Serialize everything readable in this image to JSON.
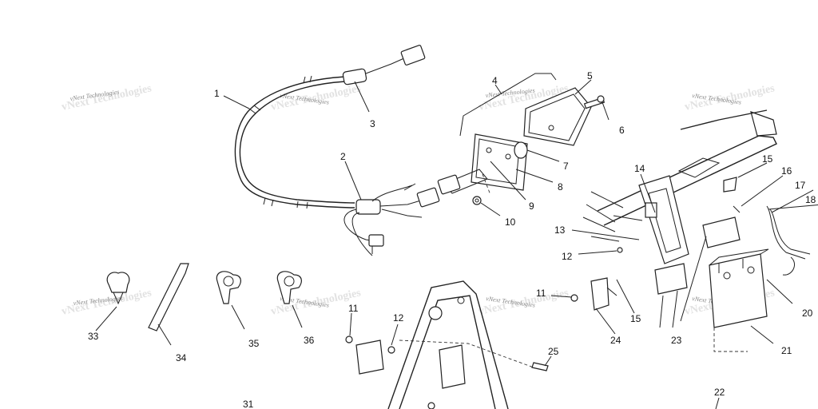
{
  "watermark": {
    "text": "vNext Technologies"
  },
  "callouts": {
    "c1": "1",
    "c2": "2",
    "c3": "3",
    "c4": "4",
    "c5": "5",
    "c6": "6",
    "c7": "7",
    "c8": "8",
    "c9": "9",
    "c10": "10",
    "c11a": "11",
    "c11b": "11",
    "c12a": "12",
    "c12b": "12",
    "c13": "13",
    "c14": "14",
    "c15a": "15",
    "c15b": "15",
    "c16": "16",
    "c17": "17",
    "c18": "18",
    "c20": "20",
    "c21": "21",
    "c22": "22",
    "c23": "23",
    "c24": "24",
    "c25": "25",
    "c31": "31",
    "c33": "33",
    "c34": "34",
    "c35": "35",
    "c36": "36"
  }
}
